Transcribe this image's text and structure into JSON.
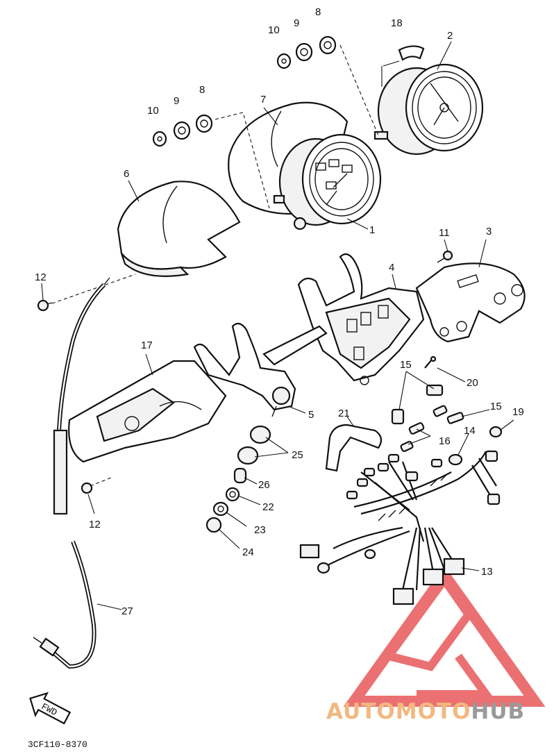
{
  "diagram": {
    "drawing_code": "3CF110-8370",
    "direction_tag": "FWD",
    "callouts": [
      {
        "id": "c1",
        "label": "1"
      },
      {
        "id": "c2",
        "label": "2"
      },
      {
        "id": "c3",
        "label": "3"
      },
      {
        "id": "c4",
        "label": "4"
      },
      {
        "id": "c5",
        "label": "5"
      },
      {
        "id": "c6",
        "label": "6"
      },
      {
        "id": "c7",
        "label": "7"
      },
      {
        "id": "c8a",
        "label": "8"
      },
      {
        "id": "c8b",
        "label": "8"
      },
      {
        "id": "c9a",
        "label": "9"
      },
      {
        "id": "c9b",
        "label": "9"
      },
      {
        "id": "c10a",
        "label": "10"
      },
      {
        "id": "c10b",
        "label": "10"
      },
      {
        "id": "c11",
        "label": "11"
      },
      {
        "id": "c12a",
        "label": "12"
      },
      {
        "id": "c12b",
        "label": "12"
      },
      {
        "id": "c13",
        "label": "13"
      },
      {
        "id": "c14",
        "label": "14"
      },
      {
        "id": "c15a",
        "label": "15"
      },
      {
        "id": "c15b",
        "label": "15"
      },
      {
        "id": "c16",
        "label": "16"
      },
      {
        "id": "c17",
        "label": "17"
      },
      {
        "id": "c18",
        "label": "18"
      },
      {
        "id": "c19",
        "label": "19"
      },
      {
        "id": "c20",
        "label": "20"
      },
      {
        "id": "c21",
        "label": "21"
      },
      {
        "id": "c22",
        "label": "22"
      },
      {
        "id": "c23",
        "label": "23"
      },
      {
        "id": "c24",
        "label": "24"
      },
      {
        "id": "c25",
        "label": "25"
      },
      {
        "id": "c26",
        "label": "26"
      },
      {
        "id": "c27",
        "label": "27"
      }
    ]
  },
  "watermark": {
    "part_1": "AUTO",
    "part_2": "MOTO",
    "part_3": "HUB",
    "logo_color": "#e8585a",
    "text_color_1": "#f2b880",
    "text_color_2": "#9a9a9a"
  }
}
